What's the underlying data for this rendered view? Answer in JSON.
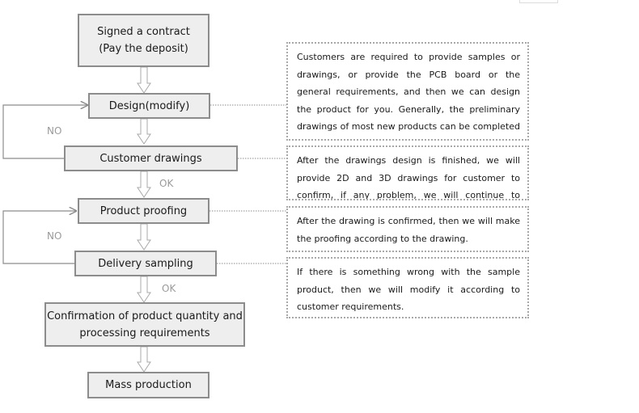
{
  "steps": [
    {
      "id": "contract",
      "text": "Signed a contract\n(Pay the deposit)"
    },
    {
      "id": "design",
      "text": "Design(modify)"
    },
    {
      "id": "drawings",
      "text": "Customer drawings"
    },
    {
      "id": "proofing",
      "text": "Product proofing"
    },
    {
      "id": "sampling",
      "text": "Delivery sampling"
    },
    {
      "id": "confirmation",
      "text": "Confirmation of product quantity and\nprocessing requirements"
    },
    {
      "id": "mass",
      "text": "Mass production"
    }
  ],
  "labels": {
    "no_1": "NO",
    "ok_1": "OK",
    "no_2": "NO",
    "ok_2": "OK"
  },
  "notes": [
    "Customers are required to provide samples or drawings, or provide the PCB board or the general requirements, and then we can design the product for you. Generally, the preliminary drawings of most new products can be completed within a week.",
    "After the drawings design is finished, we will provide 2D and 3D drawings for customer to confirm, if any problem, we will continue to modify it.",
    "After the drawing is confirmed, then we will make the proofing according to the drawing.",
    "If there is something wrong with the sample product, then we will modify it according to customer requirements."
  ]
}
